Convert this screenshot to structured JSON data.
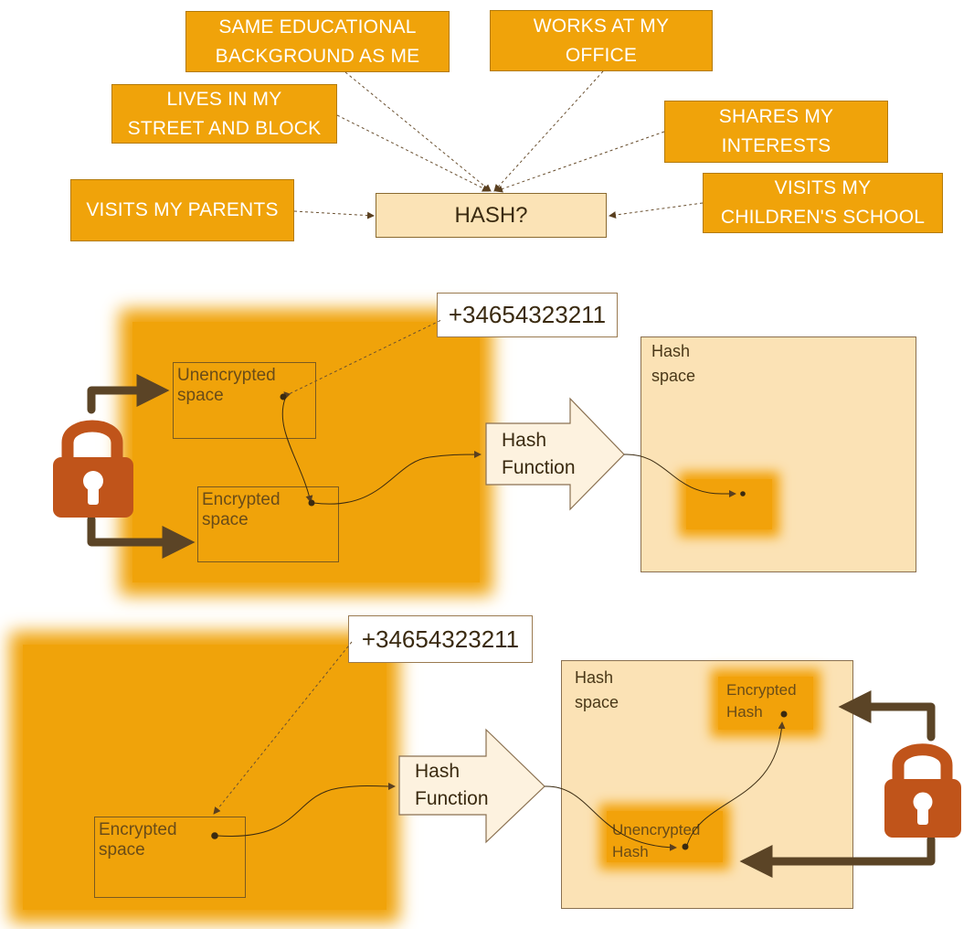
{
  "top": {
    "boxes": {
      "same_educational": [
        "SAME EDUCATIONAL",
        "BACKGROUND AS ME"
      ],
      "works_at_office": [
        "WORKS AT MY",
        "OFFICE"
      ],
      "lives_in_street": [
        "LIVES IN MY",
        "STREET AND BLOCK"
      ],
      "shares_interests": [
        "SHARES MY",
        "INTERESTS"
      ],
      "visits_parents": [
        "VISITS MY PARENTS"
      ],
      "visits_school": [
        "VISITS MY",
        "CHILDREN'S SCHOOL"
      ]
    },
    "hash_label": "HASH?"
  },
  "middle": {
    "phone": "+34654323211",
    "unencrypted_space": [
      "Unencrypted",
      "space"
    ],
    "encrypted_space": [
      "Encrypted",
      "space"
    ],
    "hash_function": [
      "Hash",
      "Function"
    ],
    "hash_space": [
      "Hash",
      "space"
    ]
  },
  "bottom": {
    "phone": "+34654323211",
    "encrypted_space": [
      "Encrypted",
      "space"
    ],
    "hash_function": [
      "Hash",
      "Function"
    ],
    "hash_space": [
      "Hash",
      "space"
    ],
    "encrypted_hash": [
      "Encrypted",
      "Hash"
    ],
    "unencrypted_hash": [
      "Unencrypted",
      "Hash"
    ]
  },
  "colors": {
    "orange": "#f0a30a",
    "light_orange": "#fbe3b6",
    "lock": "#c0541a",
    "arrow": "#4a3a20"
  }
}
